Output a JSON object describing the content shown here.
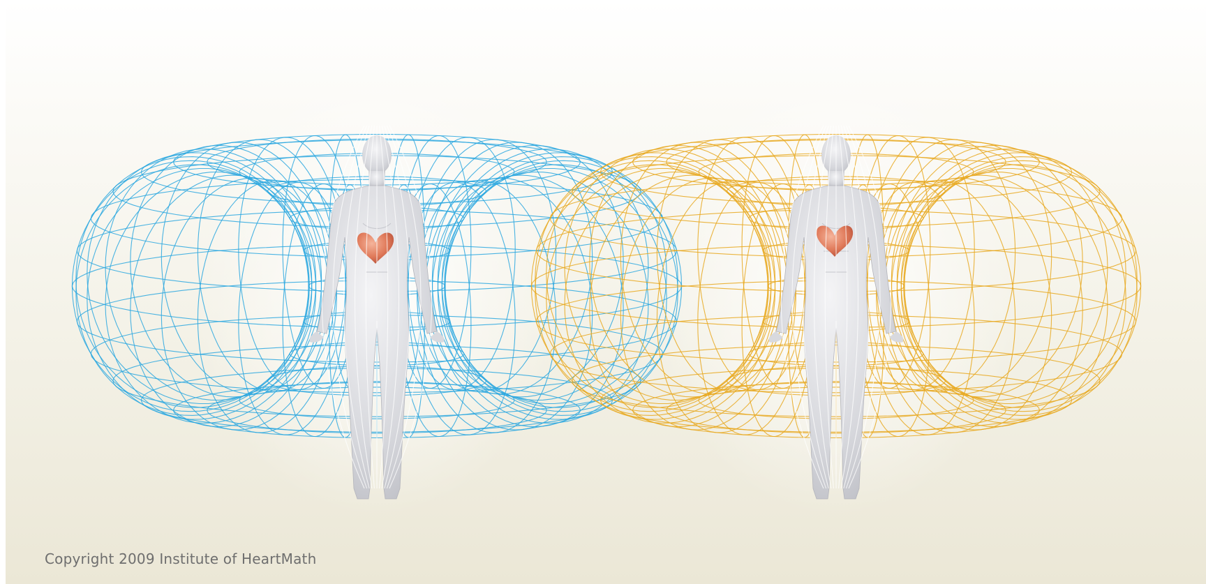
{
  "copyright": "Copyright 2009 Institute of HeartMath",
  "fields": [
    {
      "name": "left-field",
      "color": "#2aa7df"
    },
    {
      "name": "right-field",
      "color": "#e8a81e"
    }
  ],
  "figure": {
    "body_color": "#d8d9de",
    "heart_color": "#e07a5a"
  }
}
